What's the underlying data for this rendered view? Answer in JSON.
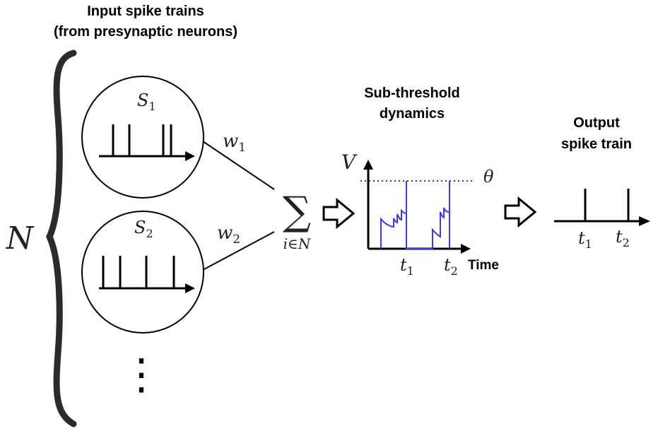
{
  "headings": {
    "input_line1": "Input spike trains",
    "input_line2": "(from presynaptic neurons)",
    "subthreshold_line1": "Sub-threshold",
    "subthreshold_line2": "dynamics",
    "output_line1": "Output",
    "output_line2": "spike train"
  },
  "symbols": {
    "population": "N",
    "s1_letter": "S",
    "s1_sub": "1",
    "s2_letter": "S",
    "s2_sub": "2",
    "w1_letter": "w",
    "w1_sub": "1",
    "w2_letter": "w",
    "w2_sub": "2",
    "sum_sign": "∑",
    "sum_index": "i∈N",
    "ellipsis": "⋮"
  },
  "voltage_plot": {
    "y_label": "V",
    "threshold_label": "θ",
    "x_label": "Time",
    "t1_letter": "t",
    "t1_sub": "1",
    "t2_letter": "t",
    "t2_sub": "2"
  },
  "output_plot": {
    "t1_letter": "t",
    "t1_sub": "1",
    "t2_letter": "t",
    "t2_sub": "2"
  },
  "colors": {
    "ink": "#000000",
    "membrane_trace": "#3a3af0",
    "brace": "#2b2b2b"
  }
}
